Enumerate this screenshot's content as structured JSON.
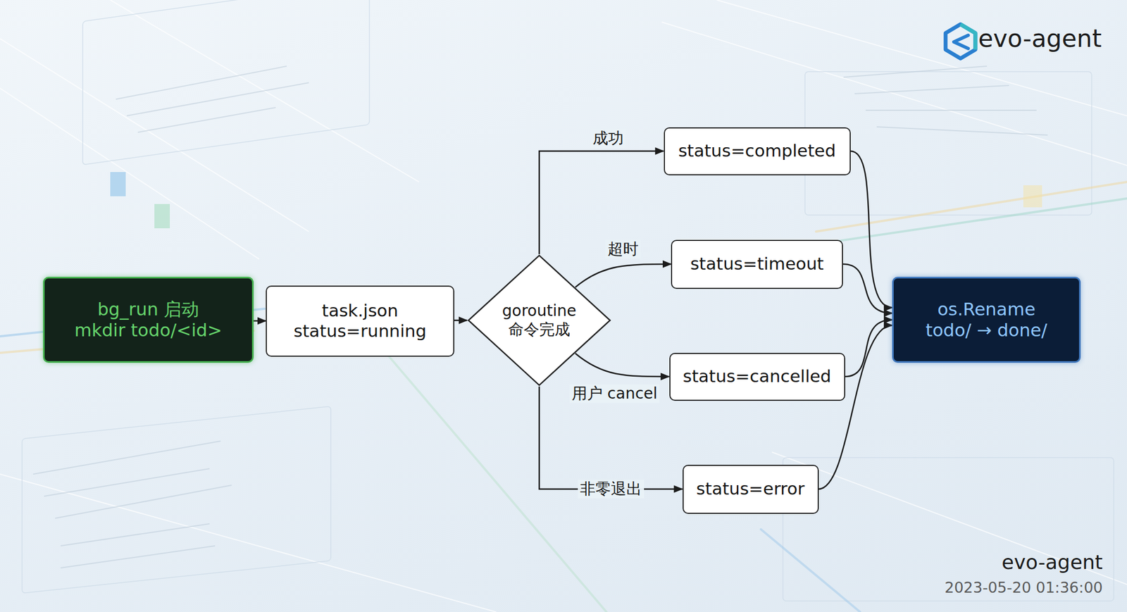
{
  "diagram": {
    "nodes": [
      {
        "text": [
          "bg_run 启动 mkdir todo/<id>"
        ]
      },
      {
        "text": [
          "task.json status=running"
        ]
      },
      {
        "text": [
          "goroutine 命令完成"
        ]
      },
      {
        "text": [
          "status=completed"
        ]
      },
      {
        "text": [
          "status=timeout"
        ]
      },
      {
        "text": [
          "status=cancelled"
        ]
      },
      {
        "text": [
          "status=error"
        ]
      },
      {
        "text": [
          "os.Rename todo/ → done/"
        ]
      }
    ],
    "edges": [
      {
        "from": 0,
        "to": 1,
        "arrow": "to"
      },
      {
        "from": 1,
        "to": 2,
        "arrow": "to"
      },
      {
        "from": 2,
        "to": 3,
        "label": "成功",
        "arrow": "to"
      },
      {
        "from": 2,
        "to": 4,
        "label": "超时",
        "arrow": "to"
      },
      {
        "from": 2,
        "to": 5,
        "label": "用户 cancel",
        "arrow": "to"
      },
      {
        "from": 2,
        "to": 6,
        "label": "非零退出",
        "arrow": "to"
      },
      {
        "from": 3,
        "to": 7,
        "arrow": "to"
      },
      {
        "from": 4,
        "to": 7,
        "arrow": "to"
      },
      {
        "from": 5,
        "to": 7,
        "arrow": "to"
      },
      {
        "from": 6,
        "to": 7,
        "arrow": "to"
      }
    ],
    "labels": [
      "evo-agent",
      "evo-agent",
      "2023-05-20 01:36:00"
    ]
  }
}
